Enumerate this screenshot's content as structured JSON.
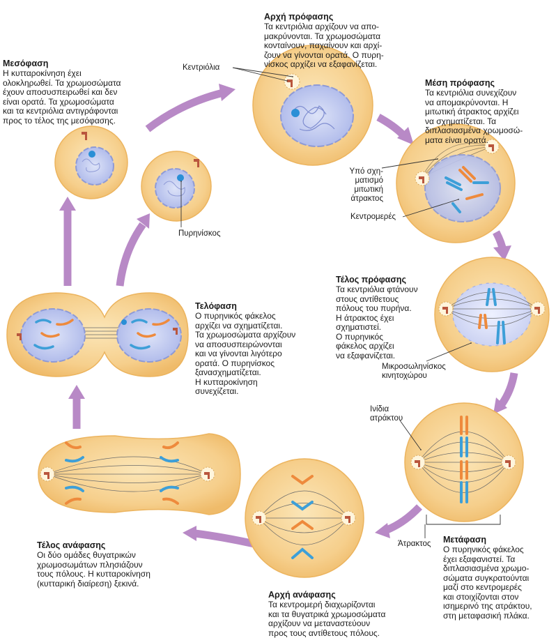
{
  "stages": {
    "interphase": {
      "title": "Μεσόφαση",
      "body": "Η κυτταροκίνηση έχει\nολοκληρωθεί. Τα χρωμοσώματα\nέχουν αποσυσπειρωθεί και δεν\nείναι ορατά. Τα χρωμοσώματα\nκαι τα κεντριόλια αντιγράφονται\nπρος το τέλος της μεσόφασης."
    },
    "early_prophase": {
      "title": "Αρχή πρόφασης",
      "body": "Τα κεντριόλια αρχίζουν να απο-\nμακρύνονται. Τα χρωμοσώματα\nκονταίνουν, παχαίνουν και αρχί-\nζουν να γίνονται ορατά. Ο πυρη-\nνίσκος αρχίζει να εξαφανίζεται."
    },
    "mid_prophase": {
      "title": "Μέση πρόφασης",
      "body": "Τα κεντριόλια συνεχίζουν\nνα απομακρύνονται. Η\nμιτωτική άτρακτος αρχίζει\nνα σχηματίζεται. Τα\nδιπλασιασμένα χρωμοσώ-\nματα είναι ορατά."
    },
    "late_prophase": {
      "title": "Τέλος πρόφασης",
      "body": "Τα κεντριόλια φτάνουν\nστους αντίθετους\nπόλους του πυρήνα.\nΗ άτρακτος έχει\nσχηματιστεί.\nΟ πυρηνικός\nφάκελος αρχίζει\nνα εξαφανίζεται."
    },
    "metaphase": {
      "title": "Μετάφαση",
      "body": "Ο πυρηνικός φάκελος\nέχει εξαφανιστεί. Τα\nδιπλασιασμένα χρωμο-\nσώματα συγκρατούνται\nμαζί στο κεντρομερές\nκαι στοιχίζονται στον\nισημερινό της ατράκτου,\nστη μεταφασική πλάκα."
    },
    "early_anaphase": {
      "title": "Αρχή ανάφασης",
      "body": "Τα κεντρομερή διαχωρίζονται\nκαι τα θυγατρικά χρωμοσώματα\nαρχίζουν να μεταναστεύουν\nπρος τους αντίθετους πόλους."
    },
    "late_anaphase": {
      "title": "Τέλος ανάφασης",
      "body": "Οι δύο ομάδες θυγατρικών\nχρωμοσωμάτων πλησιάζουν\nτους πόλους. Η κυτταροκίνηση\n(κυτταρική διαίρεση) ξεκινά."
    },
    "telophase": {
      "title": "Τελόφαση",
      "body": "Ο πυρηνικός φάκελος\nαρχίζει να σχηματίζεται.\nΤα χρωμοσώματα αρχίζουν\nνα αποσυσπειρώνονται\nκαι να γίνονται λιγότερο\nορατά. Ο πυρηνίσκος\nξανασχηματίζεται.\nΗ κυτταροκίνηση\nσυνεχίζεται."
    }
  },
  "labels": {
    "centrioles": "Κεντριόλια",
    "spindle_forming": "Υπό σχη-\nματισμό\nμιτωτική\nάτρακτος",
    "centromeres": "Κεντρομερές",
    "kinetochore": "Μικροσωληνίσκος\nκινητοχώρου",
    "spindle_fibers": "Ινίδια\nατράκτου",
    "spindle": "Άτρακτος",
    "nucleolus": "Πυρηνίσκος"
  },
  "colors": {
    "cell_fill": "#f6cf8c",
    "cell_edge": "#ecb45e",
    "nucleus_fill": "#c4cdf0",
    "nucleus_edge": "#8e9ad6",
    "arrow": "#b889c6",
    "chromosome_blue": "#3d9fd8",
    "chromosome_orange": "#ee8a3c"
  }
}
